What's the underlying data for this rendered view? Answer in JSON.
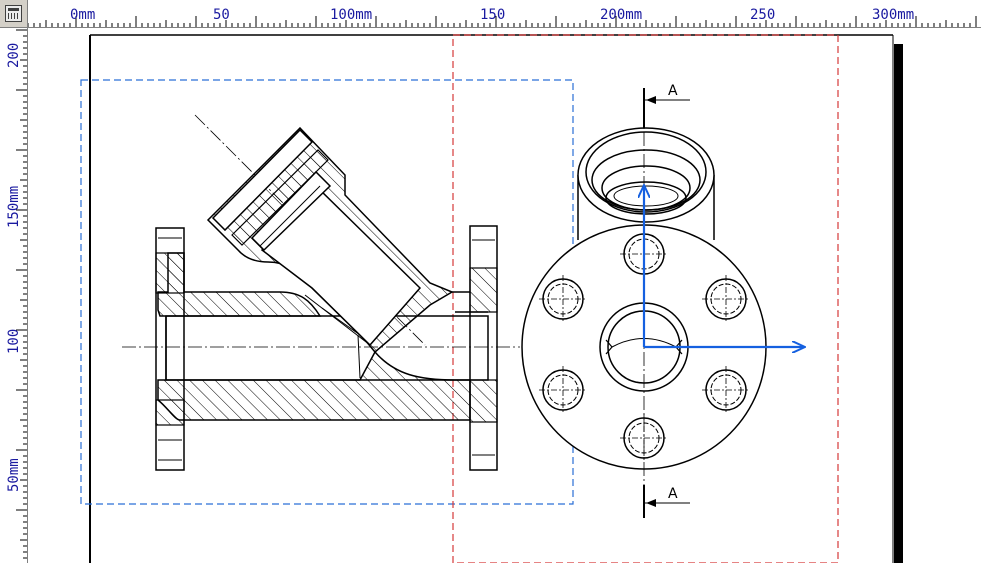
{
  "rulers": {
    "horizontal_labels": [
      "0mm",
      "50",
      "100mm",
      "150",
      "200mm",
      "250",
      "300mm"
    ],
    "vertical_labels": [
      "200",
      "150mm",
      "100",
      "50mm"
    ]
  },
  "drawing": {
    "section_mark_top": "A",
    "section_mark_bottom": "A"
  },
  "colors": {
    "ruler_text": "#1a1aa0",
    "geometry": "#000000",
    "selection_blue": "#2a6fd6",
    "selection_red": "#d63a3a",
    "axis_arrow": "#1560e0"
  }
}
